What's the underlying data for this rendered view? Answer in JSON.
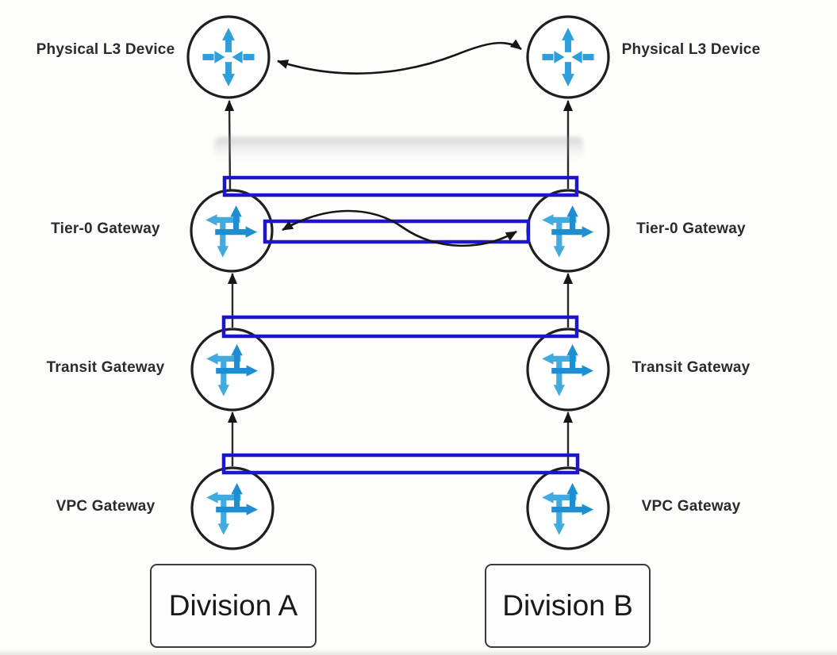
{
  "rows": [
    {
      "id": "physical-l3",
      "label": "Physical L3 Device",
      "icon": "l3-router-icon"
    },
    {
      "id": "tier0",
      "label": "Tier-0 Gateway",
      "icon": "nsx-gateway-icon"
    },
    {
      "id": "transit",
      "label": "Transit Gateway",
      "icon": "nsx-gateway-icon"
    },
    {
      "id": "vpc",
      "label": "VPC Gateway",
      "icon": "nsx-gateway-icon"
    }
  ],
  "divisions": [
    {
      "label": "Division A"
    },
    {
      "label": "Division B"
    }
  ],
  "connections": {
    "uplinks": "upward arrow from VPC Gateway to Transit Gateway to Tier-0 Gateway to Physical L3 Device in each division",
    "peering": [
      "bidirectional curved arrow between the two Physical L3 Devices",
      "bidirectional curved arrow between the two Tier-0 Gateways"
    ],
    "highlights": "four blue outline rectangles marking cross-division links at the Tier-0, Tier-0 peering, Transit and VPC levels"
  },
  "colors": {
    "background": "#fdfdfc",
    "highlight_rect": "#1d15c9",
    "node_outline": "#1f1f21",
    "connector": "#161616",
    "l3_icon_blue": "#2e9fda",
    "gateway_icon_blue_dark": "#1e8ed3",
    "gateway_icon_blue_light": "#41abdf"
  }
}
